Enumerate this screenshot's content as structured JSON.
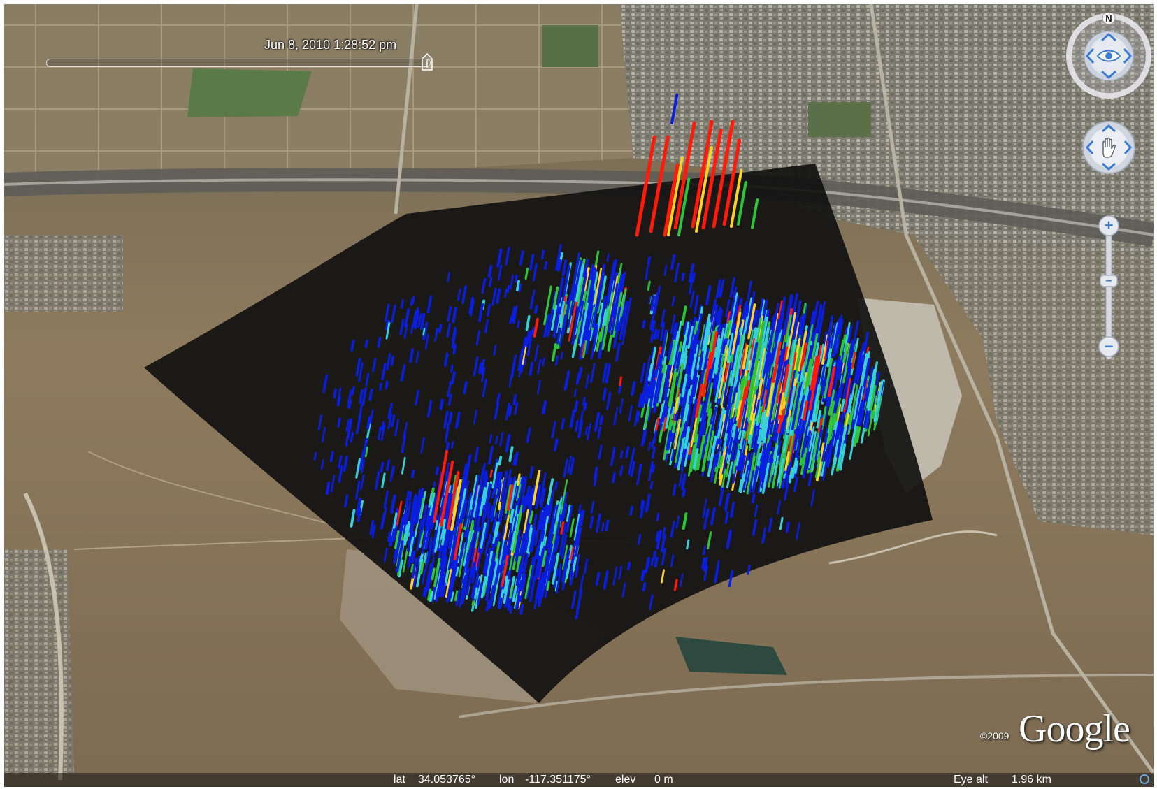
{
  "window": {
    "width": 1655,
    "height": 1129
  },
  "timeline": {
    "label": "Jun  8, 2010   1:28:52 pm"
  },
  "navigation": {
    "compass_letter": "N",
    "zoom_in_label": "+",
    "zoom_out_label": "−",
    "zoom_mid_label": "−"
  },
  "branding": {
    "copyright": "©2009",
    "logo_text": "Google"
  },
  "status_bar": {
    "lat_label": "lat",
    "lat_value": "34.053765°",
    "lon_label": "lon",
    "lon_value": "-117.351175°",
    "elev_label": "elev",
    "elev_value": "0 m",
    "eye_alt_label": "Eye alt",
    "eye_alt_value": "1.96 km"
  },
  "overlay": {
    "wedge_color": "#111111",
    "colors": {
      "blue": "#0a1ee0",
      "cyan": "#36d0d8",
      "green": "#2ec43a",
      "yellow": "#ffd21e",
      "red": "#ff1a0a"
    }
  }
}
